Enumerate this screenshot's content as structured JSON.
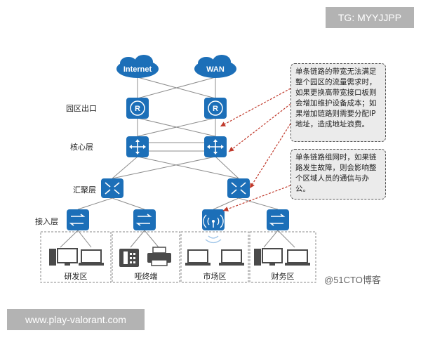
{
  "badges": {
    "top_right": "TG: MYYJJPP",
    "bottom_left": "www.play-valorant.com"
  },
  "clouds": {
    "internet": "Internet",
    "wan": "WAN"
  },
  "layers": {
    "egress": "园区出口",
    "core": "核心层",
    "aggregation": "汇聚层",
    "access": "接入层"
  },
  "zones": {
    "rd": "研发区",
    "terminal": "哑终端",
    "market": "市场区",
    "finance": "财务区"
  },
  "callouts": {
    "bandwidth": "单条链路的带宽无法满足整个园区的流量需求时，如果更换高带宽接口板则会增加维护设备成本；如果增加链路则需要分配IP地址，造成地址浪费。",
    "failure": "单条链路组网时，如果链路发生故障，则会影响整个区域人员的通信与办公。"
  },
  "watermark": "@51CTO博客",
  "colors": {
    "device_blue": "#1c6fb8",
    "line_gray": "#8c8c8c",
    "arrow_red": "#c0392b"
  },
  "icons": {
    "router": "router-icon",
    "core_switch": "core-switch-icon",
    "agg_switch": "aggregation-switch-icon",
    "access_switch": "access-switch-icon",
    "ap": "wireless-ap-icon"
  }
}
